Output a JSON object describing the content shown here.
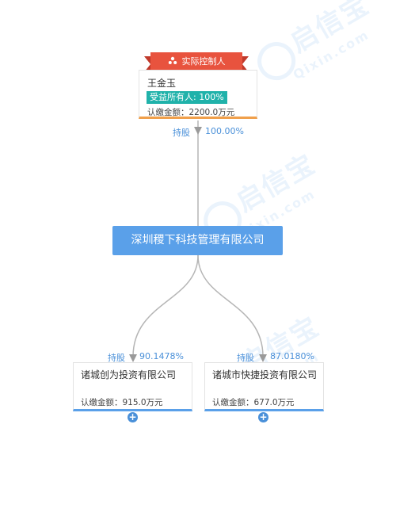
{
  "controller_banner": {
    "label": "实际控制人",
    "icon": "people-icon"
  },
  "person": {
    "name": "王金玉",
    "badge": "受益所有人: 100%",
    "amount": "认缴金额：2200.0万元"
  },
  "top_edge": {
    "type": "持股",
    "percent": "100.00%"
  },
  "company": {
    "name": "深圳稷下科技管理有限公司"
  },
  "subsidiaries": [
    {
      "type": "持股",
      "percent": "90.1478%",
      "name": "诸城创为投资有限公司",
      "amount": "认缴金额：915.0万元"
    },
    {
      "type": "持股",
      "percent": "87.0180%",
      "name": "诸城市快捷投资有限公司",
      "amount": "认缴金额：677.0万元"
    }
  ],
  "watermark": {
    "cn": "启信宝",
    "en": "Qixin.com"
  },
  "colors": {
    "banner": "#e8533e",
    "badge": "#20b2aa",
    "company": "#5aa0e9",
    "accent_orange": "#f0a04b",
    "link_blue": "#4a90d9"
  }
}
